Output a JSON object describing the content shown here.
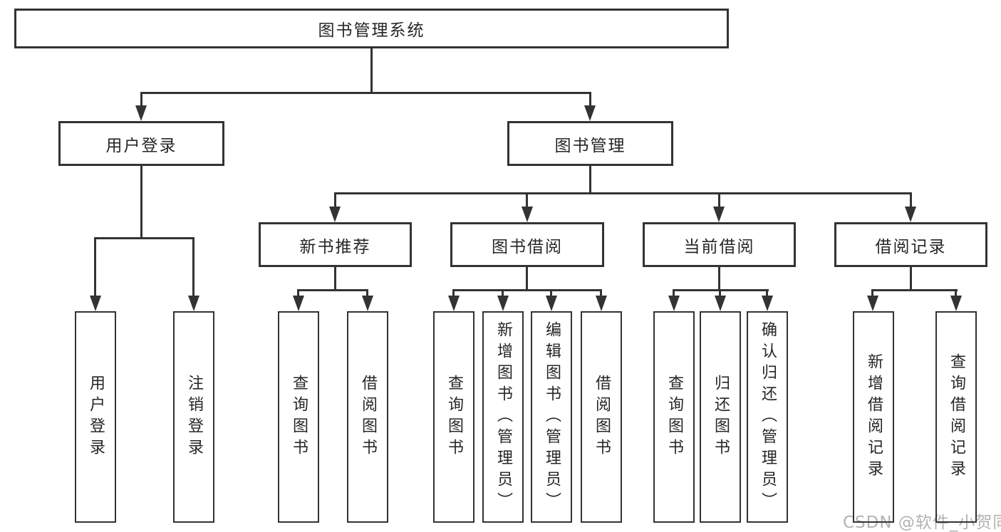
{
  "tree": {
    "root": {
      "label": "图书管理系统"
    },
    "level2": [
      {
        "label": "用户登录"
      },
      {
        "label": "图书管理"
      }
    ],
    "level3": [
      {
        "label": "新书推荐"
      },
      {
        "label": "图书借阅"
      },
      {
        "label": "当前借阅"
      },
      {
        "label": "借阅记录"
      }
    ],
    "leaves": [
      {
        "label": "用户登录",
        "parent": "用户登录"
      },
      {
        "label": "注销登录",
        "parent": "用户登录"
      },
      {
        "label": "查询图书",
        "parent": "新书推荐"
      },
      {
        "label": "借阅图书",
        "parent": "新书推荐"
      },
      {
        "label": "查询图书",
        "parent": "图书借阅"
      },
      {
        "label": "新增图书（管理员）",
        "parent": "图书借阅"
      },
      {
        "label": "编辑图书（管理员）",
        "parent": "图书借阅"
      },
      {
        "label": "借阅图书",
        "parent": "图书借阅"
      },
      {
        "label": "查询图书",
        "parent": "当前借阅"
      },
      {
        "label": "归还图书",
        "parent": "当前借阅"
      },
      {
        "label": "确认归还（管理员）",
        "parent": "当前借阅"
      },
      {
        "label": "新增借阅记录",
        "parent": "借阅记录"
      },
      {
        "label": "查询借阅记录",
        "parent": "借阅记录"
      }
    ]
  },
  "watermark": {
    "text": "CSDN @软件_小贺同学",
    "color": "#b3b3b3"
  },
  "colors": {
    "line": "#333333",
    "text": "#262626"
  }
}
